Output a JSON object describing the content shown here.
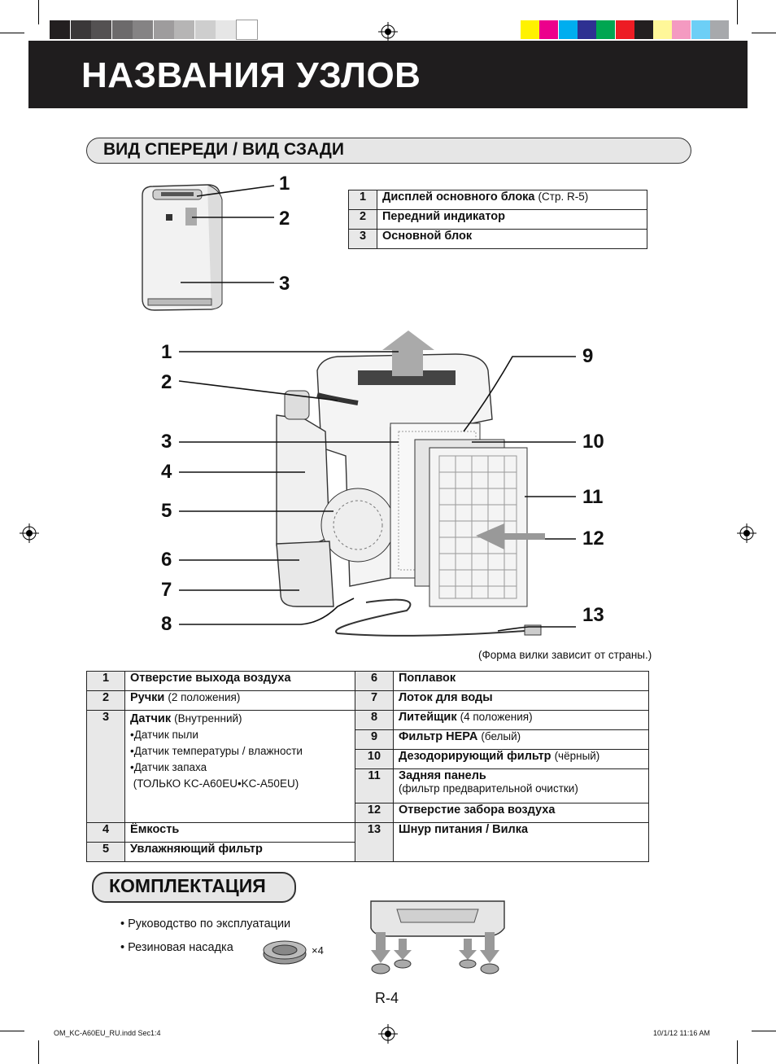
{
  "page_title": "НАЗВАНИЯ УЗЛОВ",
  "colors": {
    "grays": [
      "#231f20",
      "#3b3839",
      "#545152",
      "#6c6a6b",
      "#858384",
      "#9e9c9d",
      "#b6b5b5",
      "#cecece",
      "#e6e6e6",
      "#ffffff"
    ],
    "process": [
      "#fff200",
      "#ec008c",
      "#00aeef",
      "#2e3192",
      "#00a651",
      "#ed1c24",
      "#231f20",
      "#fff799",
      "#f49ac1",
      "#6dcff6",
      "#a7a9ac"
    ]
  },
  "section_front_rear": {
    "title": "ВИД СПЕРЕДИ / ВИД СЗАДИ",
    "front_callouts": [
      "1",
      "2",
      "3"
    ],
    "front_table": [
      {
        "num": "1",
        "name": "Дисплей основного блока",
        "note": "(Стр. R-5)"
      },
      {
        "num": "2",
        "name": "Передний индикатор",
        "note": ""
      },
      {
        "num": "3",
        "name": "Основной блок",
        "note": ""
      }
    ],
    "rear_callouts_left": [
      "1",
      "2",
      "3",
      "4",
      "5",
      "6",
      "7",
      "8"
    ],
    "rear_callouts_right": [
      "9",
      "10",
      "11",
      "12",
      "13"
    ],
    "plug_note": "(Форма вилки зависит от страны.)",
    "parts_left": [
      {
        "num": "1",
        "name": "Отверстие выхода воздуха",
        "note": ""
      },
      {
        "num": "2",
        "name": "Ручки",
        "note": "(2 положения)"
      },
      {
        "num": "3",
        "name": "Датчик",
        "note": "(Внутренний)",
        "sub": [
          "•Датчик пыли",
          "•Датчик температуры / влажности",
          "•Датчик запаха",
          " (ТОЛЬКО KC-A60EU•KC-A50EU)"
        ]
      },
      {
        "num": "4",
        "name": "Ёмкость",
        "note": ""
      },
      {
        "num": "5",
        "name": "Увлажняющий фильтр",
        "note": ""
      }
    ],
    "parts_right": [
      {
        "num": "6",
        "name": "Поплавок",
        "note": ""
      },
      {
        "num": "7",
        "name": "Лоток для воды",
        "note": ""
      },
      {
        "num": "8",
        "name": "Литейщик",
        "note": "(4 положения)"
      },
      {
        "num": "9",
        "name": "Фильтр HEPA",
        "note": "(белый)"
      },
      {
        "num": "10",
        "name": "Дезодорирующий фильтр",
        "note": "(чёрный)"
      },
      {
        "num": "11",
        "name": "Задняя панель",
        "note": "",
        "sub": [
          "(фильтр предварительной очистки)"
        ]
      },
      {
        "num": "12",
        "name": "Отверстие забора воздуха",
        "note": ""
      },
      {
        "num": "13",
        "name": "Шнур питания / Вилка",
        "note": ""
      }
    ]
  },
  "section_accessories": {
    "title": "КОМПЛЕКТАЦИЯ",
    "items": [
      "• Руководство по эксплуатации",
      "• Резиновая насадка"
    ],
    "count": "×4"
  },
  "page_number": "R-4",
  "footer": {
    "left": "OM_KC-A60EU_RU.indd   Sec1:4",
    "right": "10/1/12   11:16 AM"
  }
}
